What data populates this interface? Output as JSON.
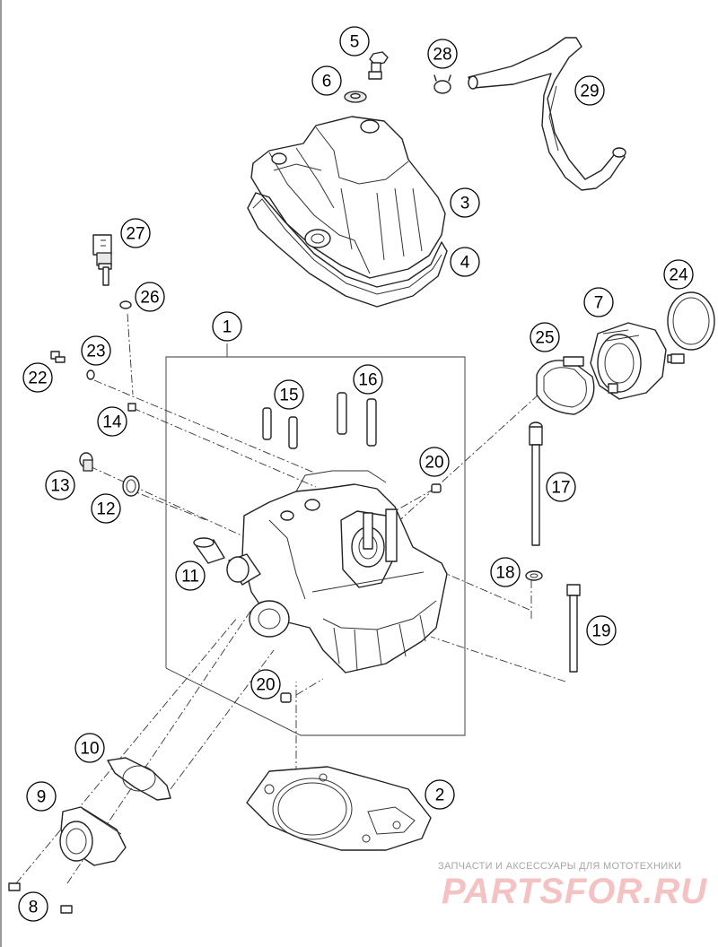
{
  "labels": [
    "1",
    "2",
    "3",
    "4",
    "5",
    "6",
    "7",
    "8",
    "9",
    "10",
    "11",
    "12",
    "13",
    "14",
    "15",
    "16",
    "17",
    "18",
    "19",
    "20",
    "20",
    "22",
    "23",
    "24",
    "25",
    "26",
    "27",
    "28",
    "29"
  ],
  "watermark": {
    "caption": "ЗАПЧАСТИ И АКСЕССУАРЫ ДЛЯ МОТОТЕХНИКИ",
    "brand": "PARTSFOR.RU"
  }
}
